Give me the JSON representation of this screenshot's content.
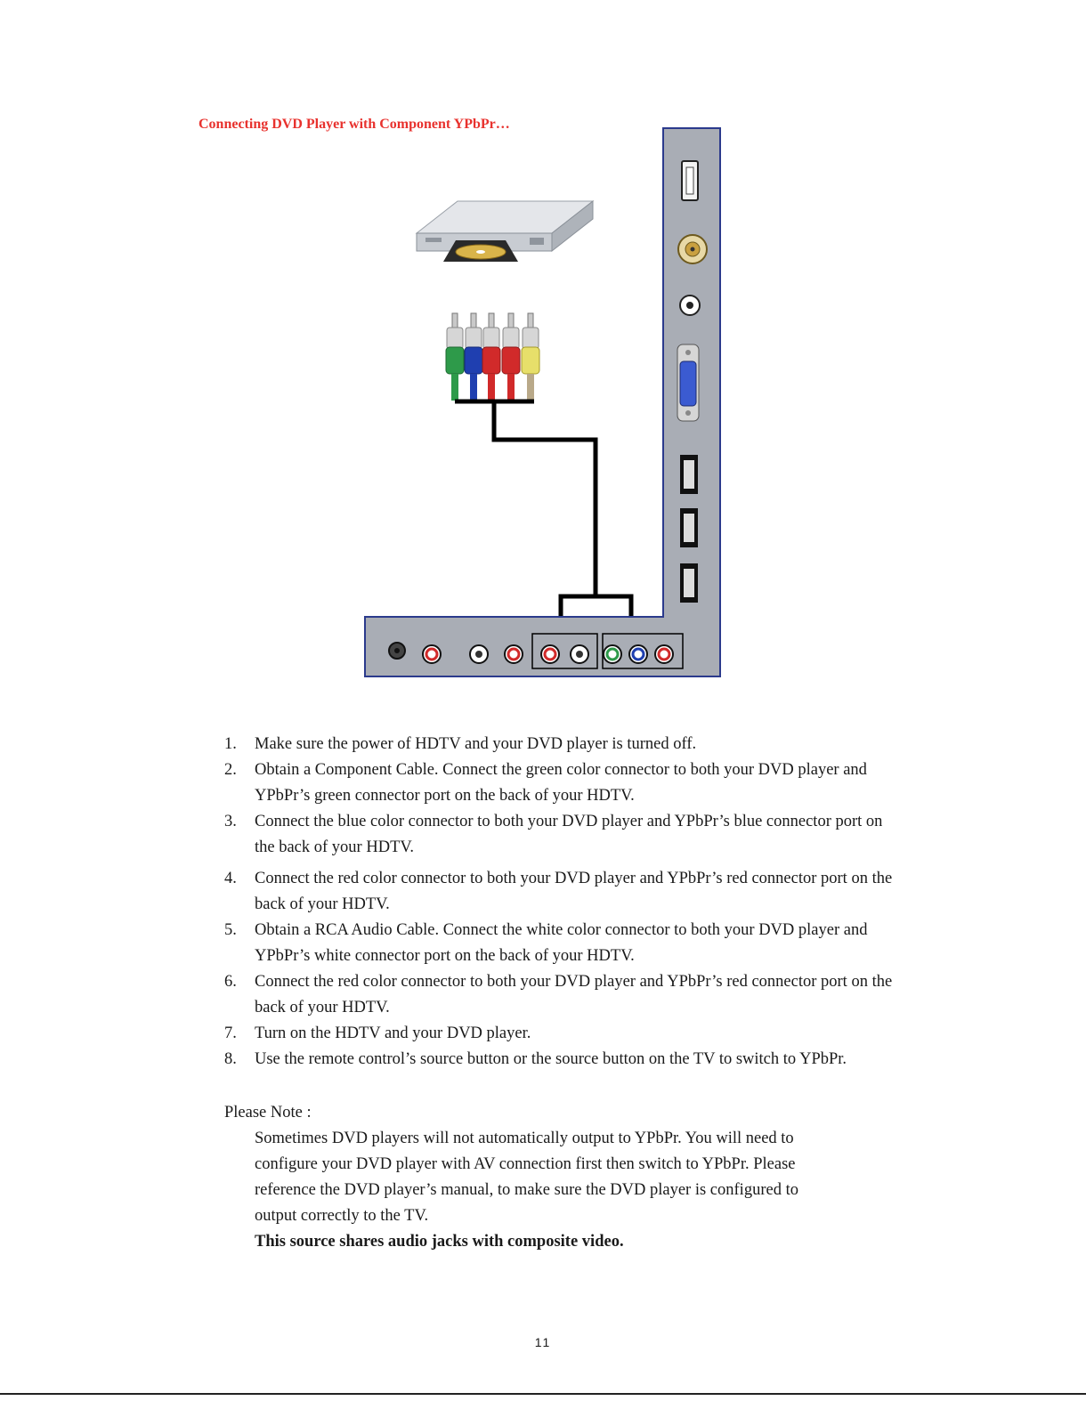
{
  "heading": "Connecting DVD Player with Component YPbPr…",
  "steps": [
    {
      "num": "1.",
      "text": "Make sure the power of HDTV and your DVD player is turned off."
    },
    {
      "num": "2.",
      "text": "Obtain a Component Cable. Connect the green color connector to both your DVD player and YPbPr’s green connector port on the back of your HDTV."
    },
    {
      "num": "3.",
      "text": "Connect the blue color connector to both your DVD player and YPbPr’s blue connector port on the back of your HDTV."
    },
    {
      "num": "4.",
      "text": "Connect the red color connector to both your DVD player and YPbPr’s red connector port on the back of your HDTV."
    },
    {
      "num": "5.",
      "text": "Obtain a RCA Audio Cable.    Connect the white color connector to both your DVD player and YPbPr’s white connector port on the back of your HDTV."
    },
    {
      "num": "6.",
      "text": "Connect the red color connector to both your DVD player and YPbPr’s red connector port on the back of your HDTV."
    },
    {
      "num": "7.",
      "text": "Turn on the HDTV and your DVD player."
    },
    {
      "num": "8.",
      "text": "Use the remote control’s source button or the source button on the TV to switch to YPbPr."
    }
  ],
  "note_label": "Please Note :",
  "note_body": "Sometimes DVD players will not automatically output to YPbPr.    You will need to configure your DVD player with AV connection first then switch to YPbPr.    Please reference the DVD player’s manual, to make sure the DVD player is configured to output correctly to the TV.",
  "note_bold": "This source shares audio jacks with composite video.",
  "page_number": "11",
  "colors": {
    "heading": "#e8322e",
    "panel_fill": "#a9adb5",
    "panel_border": "#2b3a8c",
    "plug_green": "#2e9a4a",
    "plug_blue": "#1f3fb0",
    "plug_red": "#d12a2a",
    "plug_yellow": "#e7df6a"
  }
}
